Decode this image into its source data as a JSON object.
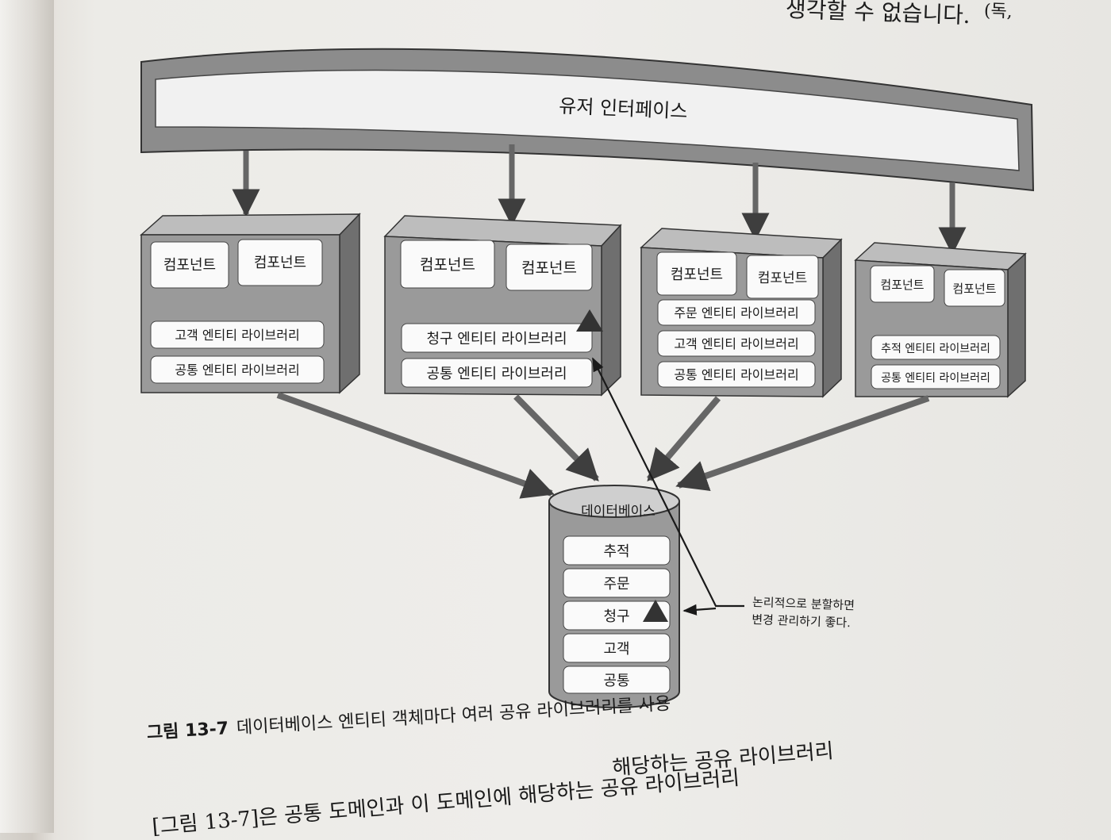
{
  "page": {
    "top_fragment": "생각할 수 없습니다.",
    "top_edge_fragment": "(독,",
    "caption_number": "그림 13-7",
    "caption_text": "데이터베이스 엔티티 객체마다 여러 공유 라이브러리를 사용",
    "body_line1": "해당하는 공유 라이브러리",
    "body_line2": "[그림 13-7]은 공통 도메인과 이 도메인에 해당하는 공유 라이브러리"
  },
  "diagram": {
    "ui_layer_label": "유저 인터페이스",
    "services": [
      {
        "components": [
          "컴포넌트",
          "컴포넌트"
        ],
        "libraries": [
          "고객 엔티티 라이브러리",
          "공통 엔티티 라이브러리"
        ]
      },
      {
        "components": [
          "컴포넌트",
          "컴포넌트"
        ],
        "libraries": [
          "청구 엔티티 라이브러리",
          "공통 엔티티 라이브러리"
        ]
      },
      {
        "components": [
          "컴포넌트",
          "컴포넌트"
        ],
        "libraries": [
          "주문 엔티티 라이브러리",
          "고객 엔티티 라이브러리",
          "공통 엔티티 라이브러리"
        ]
      },
      {
        "components": [
          "컴포넌트",
          "컴포넌트"
        ],
        "libraries": [
          "추적 엔티티 라이브러리",
          "공통 엔티티 라이브러리"
        ]
      }
    ],
    "database": {
      "label": "데이터베이스",
      "tables": [
        "추적",
        "주문",
        "청구",
        "고객",
        "공통"
      ]
    },
    "annotation": {
      "line1": "논리적으로 분할하면",
      "line2": "변경 관리하기 좋다."
    }
  }
}
